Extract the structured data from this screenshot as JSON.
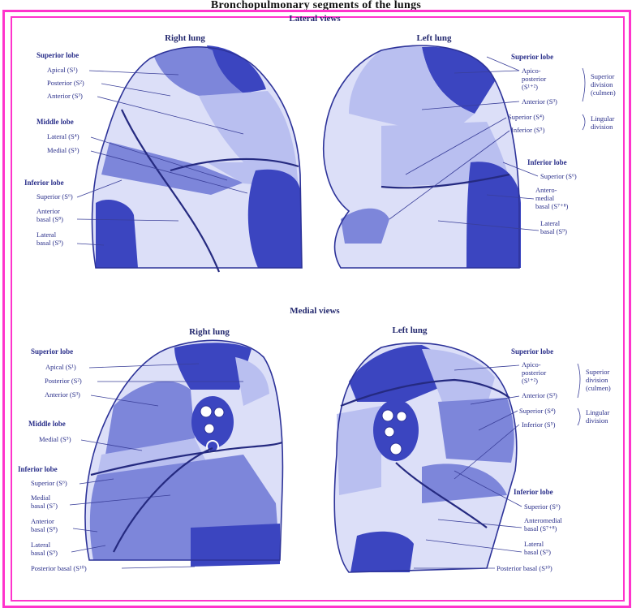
{
  "header_text": "Bronchopulmonary segments of the lungs",
  "sections": {
    "lateral_title": "Lateral views",
    "medial_title": "Medial views"
  },
  "lateral": {
    "right": {
      "title": "Right lung",
      "superior_lobe": "Superior lobe",
      "apical": "Apical (S¹)",
      "posterior": "Posterior (S²)",
      "anterior": "Anterior (S³)",
      "middle_lobe": "Middle lobe",
      "lateral": "Lateral (S⁴)",
      "medial": "Medial (S⁵)",
      "inferior_lobe": "Inferior lobe",
      "superior": "Superior (S⁶)",
      "anterior_basal_1": "Anterior",
      "anterior_basal_2": "basal (S⁸)",
      "lateral_basal_1": "Lateral",
      "lateral_basal_2": "basal (S⁹)"
    },
    "left": {
      "title": "Left lung",
      "superior_lobe": "Superior lobe",
      "apico_1": "Apico-",
      "apico_2": "posterior",
      "apico_3": "(S¹⁺²)",
      "anterior": "Anterior (S³)",
      "superior_s4": "Superior (S⁴)",
      "inferior_s5": "Inferior (S⁵)",
      "superior_division_1": "Superior",
      "superior_division_2": "division",
      "superior_division_3": "(culmen)",
      "lingular_1": "Lingular",
      "lingular_2": "division",
      "inferior_lobe": "Inferior lobe",
      "superior_s6": "Superior (S⁶)",
      "anteromedial_1": "Antero-",
      "anteromedial_2": "medial",
      "anteromedial_3": "basal (S⁷⁺⁸)",
      "lateral_basal_1": "Lateral",
      "lateral_basal_2": "basal (S⁹)"
    }
  },
  "medial": {
    "right": {
      "title": "Right lung",
      "superior_lobe": "Superior lobe",
      "apical": "Apical (S¹)",
      "posterior": "Posterior (S²)",
      "anterior": "Anterior (S³)",
      "middle_lobe": "Middle lobe",
      "medial": "Medial (S⁵)",
      "inferior_lobe": "Inferior lobe",
      "superior": "Superior (S⁶)",
      "medial_basal_1": "Medial",
      "medial_basal_2": "basal (S⁷)",
      "anterior_basal_1": "Anterior",
      "anterior_basal_2": "basal (S⁸)",
      "lateral_basal_1": "Lateral",
      "lateral_basal_2": "basal (S⁹)",
      "posterior_basal": "Posterior basal (S¹⁰)"
    },
    "left": {
      "title": "Left lung",
      "superior_lobe": "Superior lobe",
      "apico_1": "Apico-",
      "apico_2": "posterior",
      "apico_3": "(S¹⁺²)",
      "anterior": "Anterior (S³)",
      "superior_s4": "Superior (S⁴)",
      "inferior_s5": "Inferior (S⁵)",
      "superior_division_1": "Superior",
      "superior_division_2": "division",
      "superior_division_3": "(culmen)",
      "lingular_1": "Lingular",
      "lingular_2": "division",
      "inferior_lobe": "Inferior lobe",
      "superior_s6": "Superior (S⁶)",
      "anteromedial_1": "Anteromedial",
      "anteromedial_2": "basal (S⁷⁺⁸)",
      "lateral_basal_1": "Lateral",
      "lateral_basal_2": "basal (S⁹)",
      "posterior_basal": "Posterior basal (S¹⁰)"
    }
  },
  "colors": {
    "frame": "#ff33cc",
    "segment_dark": "#3b45c0",
    "segment_mid": "#7d86da",
    "segment_light": "#b9bff0",
    "label_text": "#2a2f8a"
  }
}
